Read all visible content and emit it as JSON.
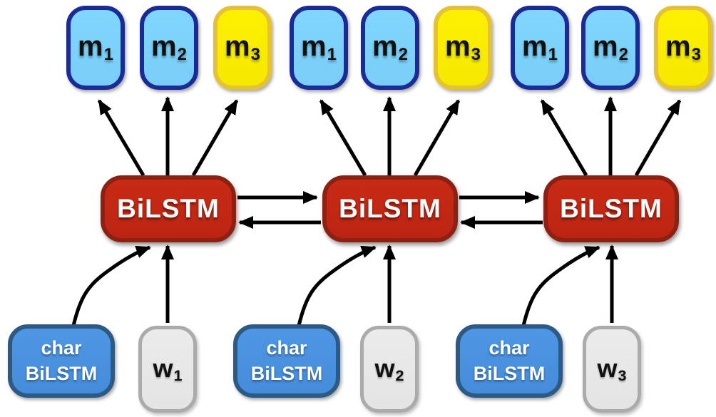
{
  "m_boxes": [
    {
      "base": "m",
      "sub": "1",
      "variant": "blue"
    },
    {
      "base": "m",
      "sub": "2",
      "variant": "blue"
    },
    {
      "base": "m",
      "sub": "3",
      "variant": "yellow"
    },
    {
      "base": "m",
      "sub": "1",
      "variant": "blue"
    },
    {
      "base": "m",
      "sub": "2",
      "variant": "blue"
    },
    {
      "base": "m",
      "sub": "3",
      "variant": "yellow"
    },
    {
      "base": "m",
      "sub": "1",
      "variant": "blue"
    },
    {
      "base": "m",
      "sub": "2",
      "variant": "blue"
    },
    {
      "base": "m",
      "sub": "3",
      "variant": "yellow"
    }
  ],
  "bilstm_boxes": [
    {
      "label": "BiLSTM"
    },
    {
      "label": "BiLSTM"
    },
    {
      "label": "BiLSTM"
    }
  ],
  "char_bilstm_boxes": [
    {
      "line1": "char",
      "line2": "BiLSTM"
    },
    {
      "line1": "char",
      "line2": "BiLSTM"
    },
    {
      "line1": "char",
      "line2": "BiLSTM"
    }
  ],
  "w_boxes": [
    {
      "base": "w",
      "sub": "1"
    },
    {
      "base": "w",
      "sub": "2"
    },
    {
      "base": "w",
      "sub": "3"
    }
  ],
  "connections": {
    "bilstm_chain": "bidirectional arrows between adjacent BiLSTM nodes",
    "bilstm_to_m": "each BiLSTM fans out to m1, m2, m3 above",
    "char_to_bilstm": "curved arrow from each char BiLSTM up to its BiLSTM",
    "w_to_bilstm": "straight arrow from each w box up to its BiLSTM"
  },
  "colors": {
    "m_blue_fill": "#7DD3FB",
    "m_blue_border": "#1A2B96",
    "m_yellow_fill": "#FCEE00",
    "m_yellow_border": "#E5C235",
    "bilstm_fill": "#C22814",
    "bilstm_border": "#8B2013",
    "char_fill": "#4A93E1",
    "char_border": "#2D5A85",
    "w_fill": "#E9E9E9",
    "w_border": "#ABABAB",
    "arrow": "#000000",
    "background": "#FFFFFF"
  }
}
